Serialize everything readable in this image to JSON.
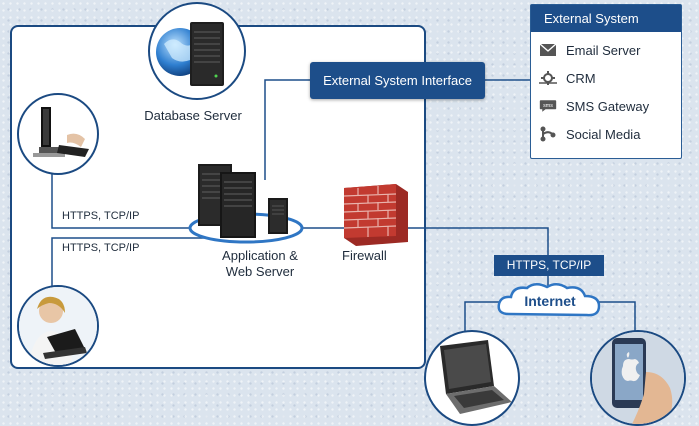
{
  "database_server": {
    "label": "Database Server"
  },
  "app_server": {
    "label_line1": "Application &",
    "label_line2": "Web Server"
  },
  "firewall": {
    "label": "Firewall"
  },
  "connections": {
    "desktop_link": "HTTPS, TCP/IP",
    "user_link": "HTTPS, TCP/IP",
    "internet_link": "HTTPS, TCP/IP"
  },
  "external_interface": {
    "label": "External System Interface"
  },
  "external_system": {
    "title": "External System",
    "items": [
      {
        "label": "Email Server",
        "icon": "envelope-icon"
      },
      {
        "label": "CRM",
        "icon": "crm-gear-icon"
      },
      {
        "label": "SMS Gateway",
        "icon": "sms-bubble-icon"
      },
      {
        "label": "Social Media",
        "icon": "social-share-icon"
      }
    ]
  },
  "internet": {
    "label": "Internet"
  },
  "colors": {
    "brand_blue": "#1d4e8a",
    "panel_border": "#1b4a82",
    "firewall_red": "#b3322b"
  }
}
